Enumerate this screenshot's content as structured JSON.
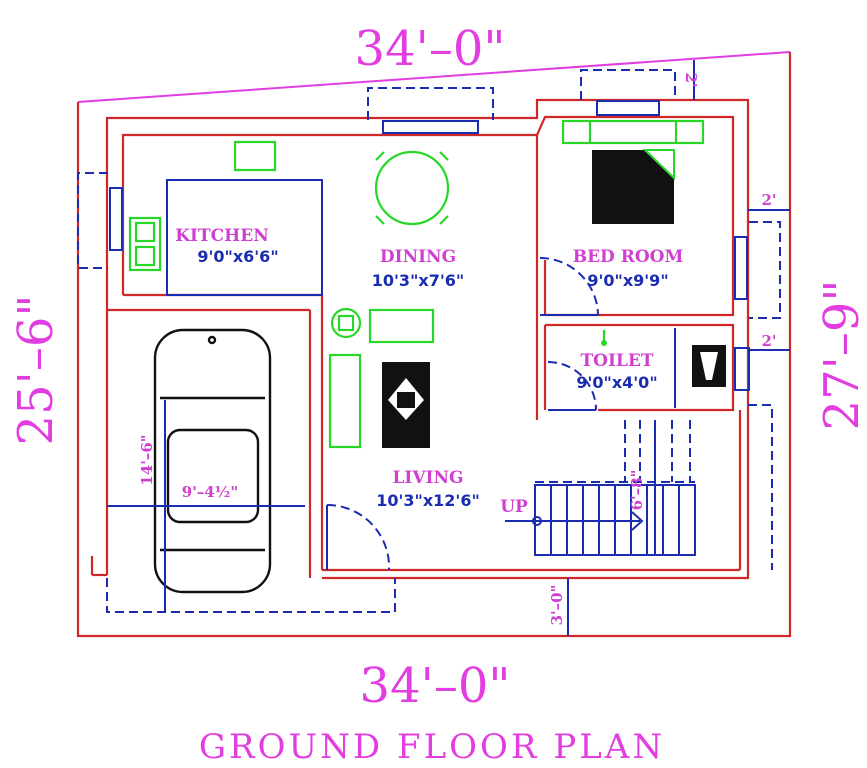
{
  "title": "GROUND FLOOR PLAN",
  "dimensions": {
    "top": "34'–0\"",
    "bottom": "34'–0\"",
    "left": "25'–6\"",
    "right": "27'–9\"",
    "top_setback": "2'",
    "right_setback_bedroom": "2'",
    "right_setback_toilet": "2'",
    "front_setback": "3'–0\"",
    "parking_length": "14'–6\"",
    "parking_width": "9'–4½\"",
    "stair_width": "6'–8\""
  },
  "rooms": [
    {
      "name": "KITCHEN",
      "size": "9'0\"x6'6\""
    },
    {
      "name": "DINING",
      "size": "10'3\"x7'6\""
    },
    {
      "name": "BED ROOM",
      "size": "9'0\"x9'9\""
    },
    {
      "name": "TOILET",
      "size": "9'0\"x4'0\""
    },
    {
      "name": "LIVING",
      "size": "10'3\"x12'6\""
    }
  ],
  "stair_label": "UP",
  "colors": {
    "wall": "#d02828",
    "fixture": "#1a2db0",
    "furniture": "#28d828",
    "text": "#e23de0"
  }
}
